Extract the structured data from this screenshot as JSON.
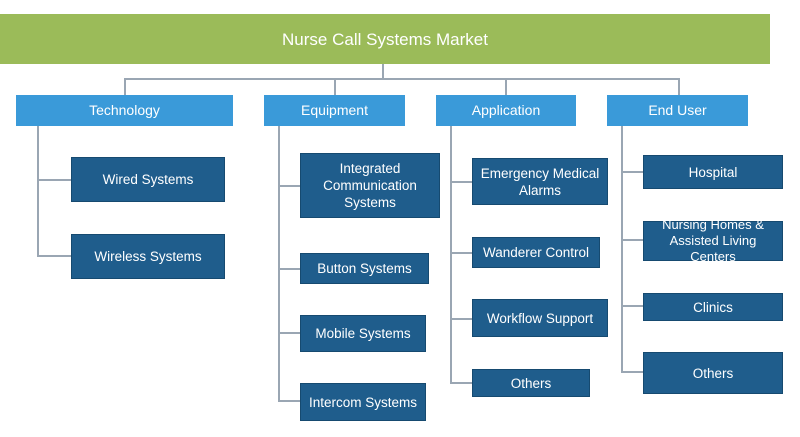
{
  "title": "Nurse Call Systems Market",
  "colors": {
    "root": "#9bbb59",
    "category": "#3a9ad9",
    "leaf": "#1f5d8c",
    "connector": "#9aa6b3"
  },
  "categories": [
    {
      "label": "Technology",
      "items": [
        "Wired Systems",
        "Wireless Systems"
      ]
    },
    {
      "label": "Equipment",
      "items": [
        "Integrated Communication Systems",
        "Button Systems",
        "Mobile Systems",
        "Intercom Systems"
      ]
    },
    {
      "label": "Application",
      "items": [
        "Emergency Medical Alarms",
        "Wanderer Control",
        "Workflow Support",
        "Others"
      ]
    },
    {
      "label": "End User",
      "items": [
        "Hospital",
        "Nursing Homes & Assisted Living Centers",
        "Clinics",
        "Others"
      ]
    }
  ]
}
